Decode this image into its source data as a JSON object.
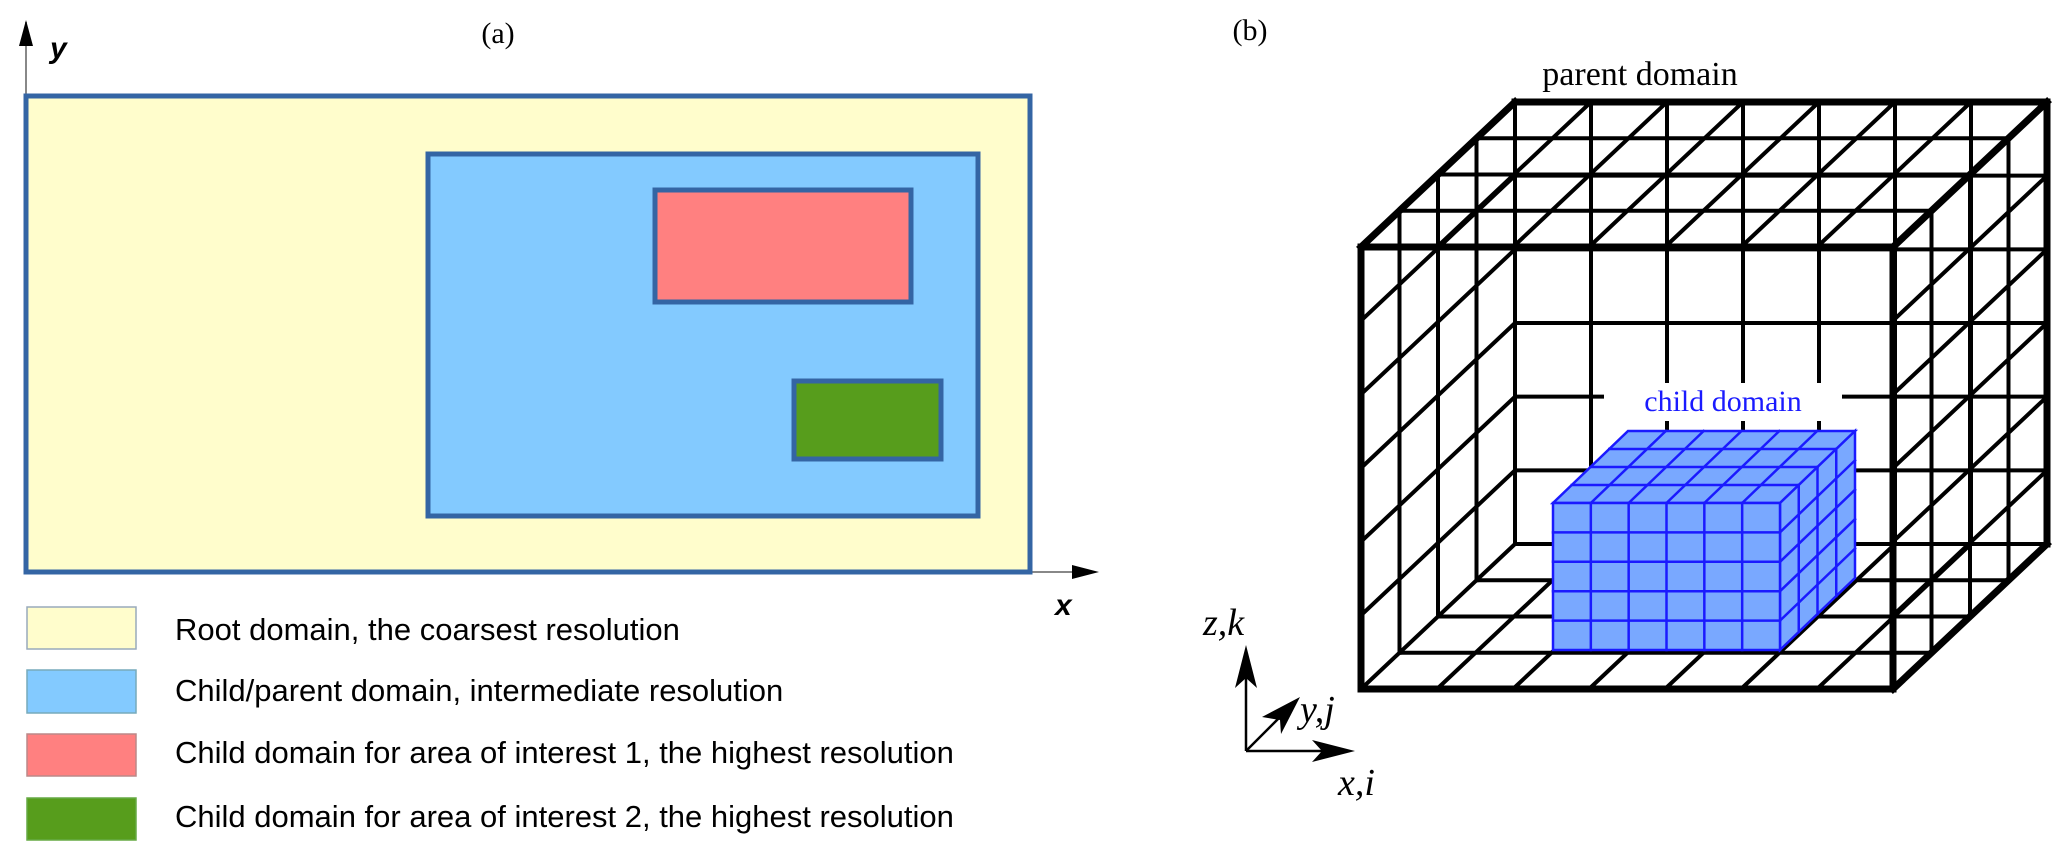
{
  "panel_a": {
    "label": "(a)",
    "axis_x_label": "x",
    "axis_y_label": "y",
    "domains": [
      {
        "name": "root",
        "fill": "#fffdcc",
        "stroke": "#3465a4"
      },
      {
        "name": "child-parent",
        "fill": "#83caff",
        "stroke": "#3465a4"
      },
      {
        "name": "child-aoi-1",
        "fill": "#ff8080",
        "stroke": "#3465a4"
      },
      {
        "name": "child-aoi-2",
        "fill": "#579d1c",
        "stroke": "#3465a4"
      }
    ],
    "legend": [
      {
        "label": "Root domain, the coarsest resolution",
        "color": "#fffdcc"
      },
      {
        "label": "Child/parent domain, intermediate resolution",
        "color": "#83caff"
      },
      {
        "label": "Child domain for area of interest 1, the highest resolution",
        "color": "#ff8080"
      },
      {
        "label": "Child domain for area of interest 2, the highest resolution",
        "color": "#579d1c"
      }
    ]
  },
  "panel_b": {
    "label": "(b)",
    "parent_label": "parent domain",
    "child_label": "child domain",
    "parent_grid": {
      "cols": 7,
      "rows": 6,
      "depth": 4
    },
    "child_grid": {
      "cols": 6,
      "rows": 5,
      "depth": 4
    },
    "child_color": "#1a1aff",
    "child_fill": "#79a8ff",
    "axes": {
      "z": "z,k",
      "y": "y,j",
      "x": "x,i"
    }
  }
}
